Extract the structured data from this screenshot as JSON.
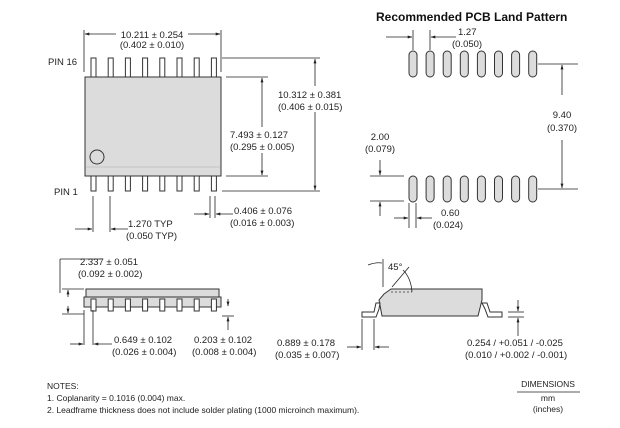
{
  "top_view": {
    "pin16_label": "PIN 16",
    "pin1_label": "PIN 1",
    "width_mm": "10.211 ± 0.254",
    "width_in": "(0.402 ± 0.010)",
    "overall_height_mm": "10.312 ± 0.381",
    "overall_height_in": "(0.406 ± 0.015)",
    "body_height_mm": "7.493 ± 0.127",
    "body_height_in": "(0.295 ± 0.005)",
    "pitch_mm": "1.270 TYP",
    "pitch_in": "(0.050 TYP)",
    "lead_width_mm": "0.406 ± 0.076",
    "lead_width_in": "(0.016 ± 0.003)",
    "pins_per_side": 8
  },
  "land_pattern": {
    "title": "Recommended PCB Land Pattern",
    "pitch_mm": "1.27",
    "pitch_in": "(0.050)",
    "row_span_mm": "9.40",
    "row_span_in": "(0.370)",
    "pad_length_mm": "2.00",
    "pad_length_in": "(0.079)",
    "pad_width_mm": "0.60",
    "pad_width_in": "(0.024)",
    "pads_per_row": 8
  },
  "side_view": {
    "height_mm": "2.337 ± 0.051",
    "height_in": "(0.092 ± 0.002)",
    "lead_pitch_mm": "0.649 ± 0.102",
    "lead_pitch_in": "(0.026 ± 0.004)",
    "standoff_mm": "0.203 ± 0.102",
    "standoff_in": "(0.008 ± 0.004)"
  },
  "end_view": {
    "angle": "45°",
    "foot_length_mm": "0.889 ± 0.178",
    "foot_length_in": "(0.035 ± 0.007)",
    "lead_thickness_mm": "0.254 / +0.051 / -0.025",
    "lead_thickness_in": "(0.010 / +0.002 / -0.001)"
  },
  "notes": {
    "heading": "NOTES:",
    "items": [
      "1. Coplanarity = 0.1016 (0.004) max.",
      "2. Leadframe thickness does not include solder plating (1000 microinch maximum)."
    ]
  },
  "units_legend": {
    "heading": "DIMENSIONS",
    "primary": "mm",
    "secondary": "(inches)"
  }
}
